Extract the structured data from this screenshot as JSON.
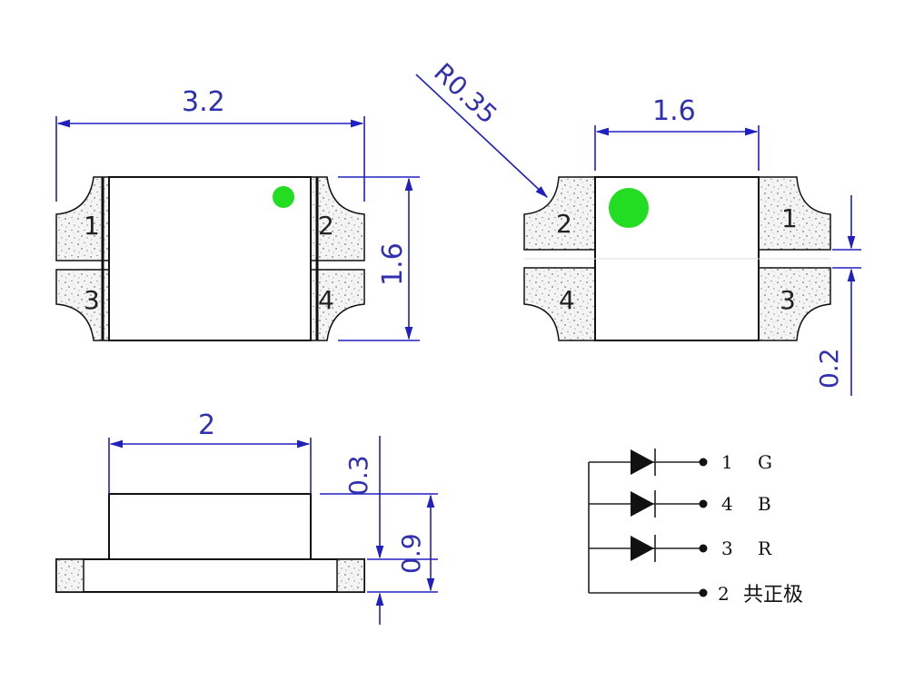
{
  "colors": {
    "dimension": "#2020c0",
    "led_dot": "#22dd22",
    "outline": "#111111"
  },
  "top_view": {
    "length_label": "3.2",
    "width_label": "1.6",
    "pins": [
      "1",
      "2",
      "3",
      "4"
    ]
  },
  "bottom_view": {
    "radius_label": "R0.35",
    "pad_length_label": "1.6",
    "gap_label": "0.2",
    "pins": [
      "2",
      "1",
      "4",
      "3"
    ]
  },
  "side_view": {
    "lens_length_label": "2",
    "lens_height_label": "0.3",
    "total_height_label": "0.9"
  },
  "schematic": {
    "pins": [
      {
        "num": "1",
        "name": "G"
      },
      {
        "num": "4",
        "name": "B"
      },
      {
        "num": "3",
        "name": "R"
      },
      {
        "num": "2",
        "name": "共正极"
      }
    ]
  }
}
